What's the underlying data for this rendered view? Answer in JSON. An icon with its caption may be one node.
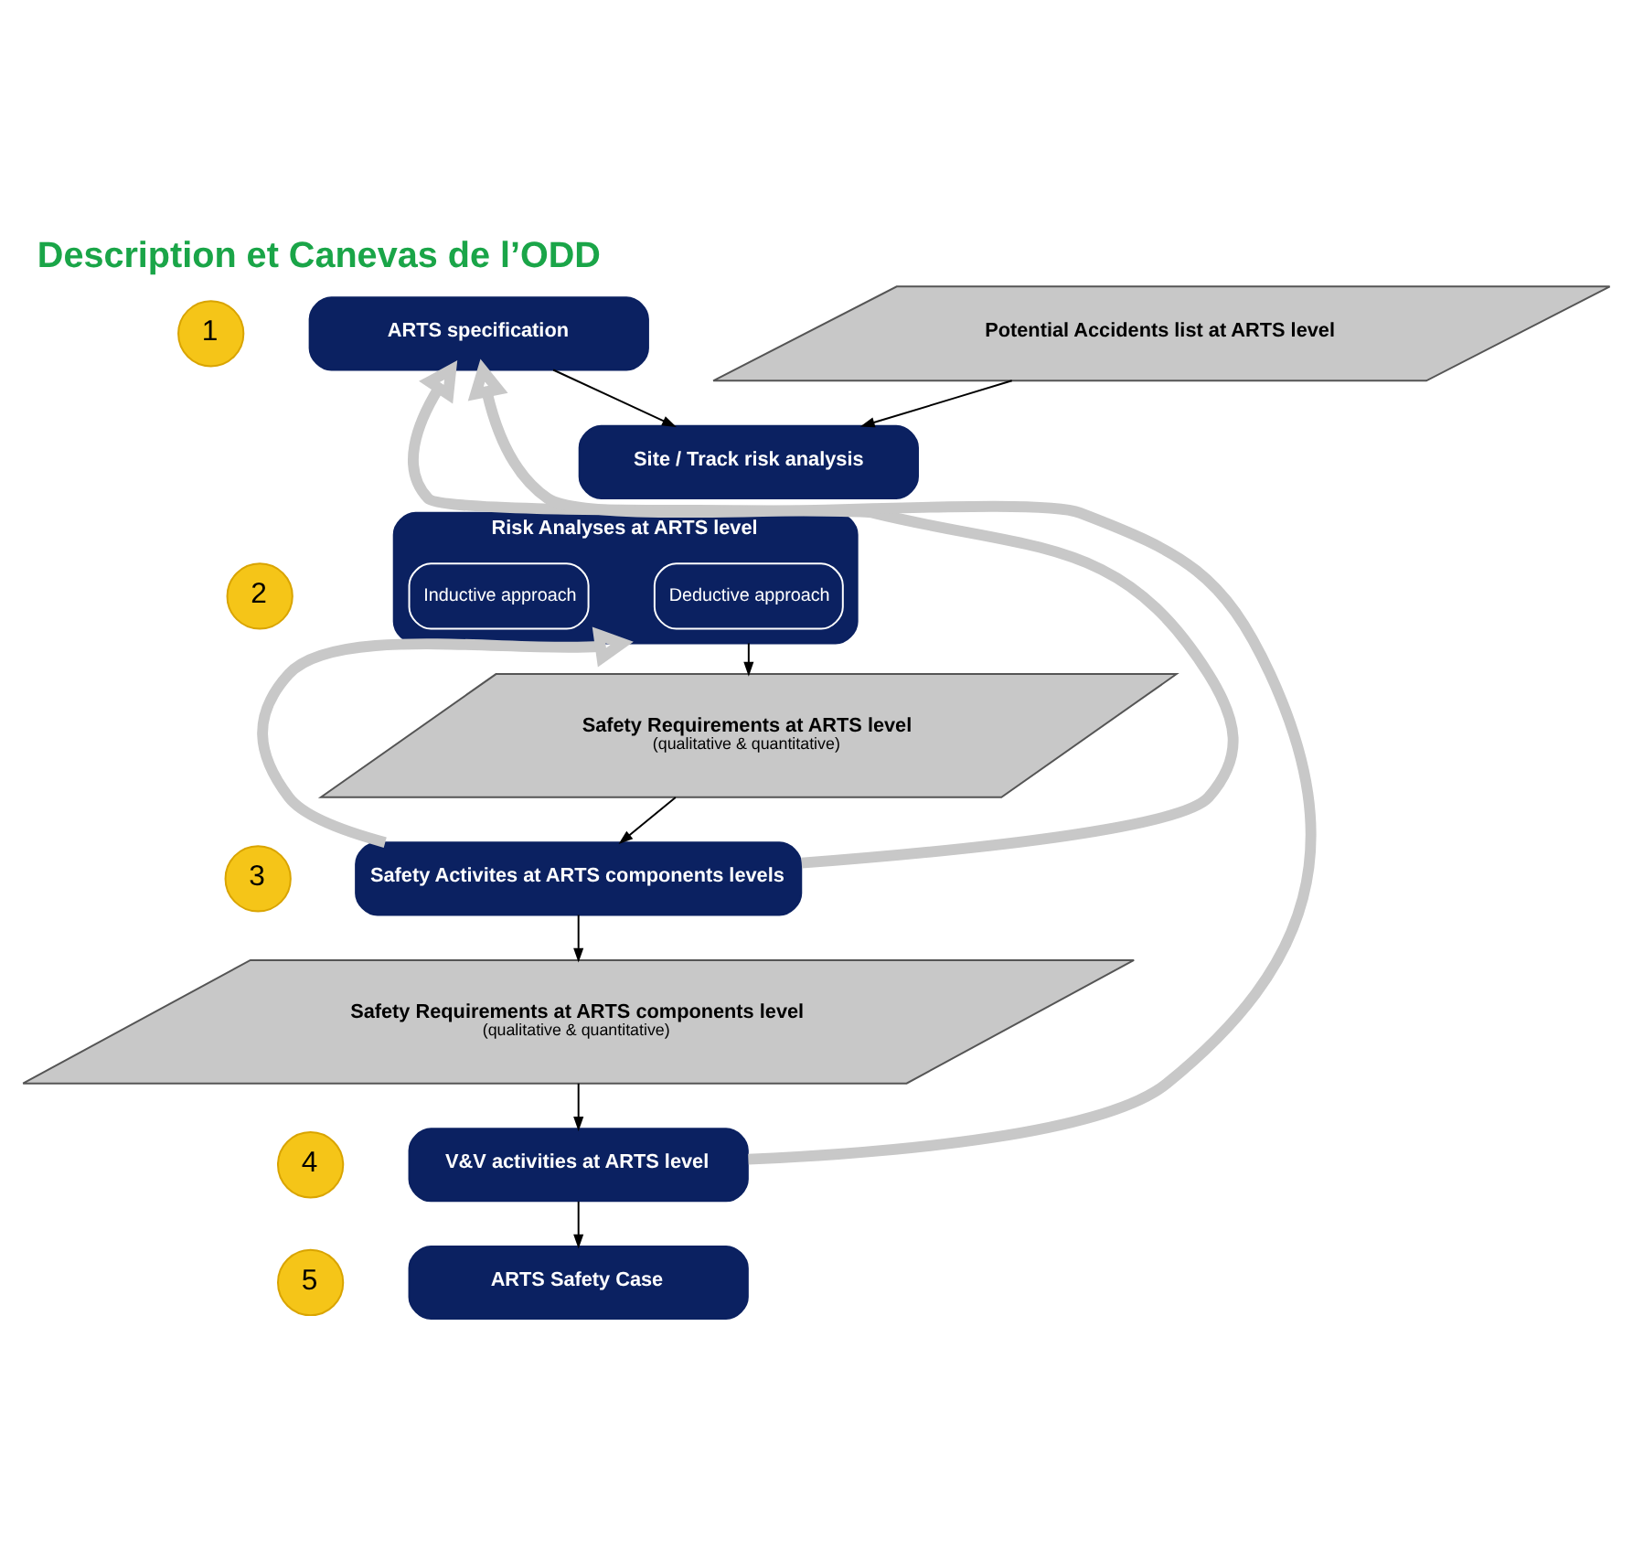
{
  "diagram": {
    "title": "Description et Canevas de l’ODD",
    "nodes": [
      {
        "text": [
          "1"
        ]
      },
      {
        "text": [
          "ARTS specification"
        ]
      },
      {
        "text": [
          "Potential Accidents list at ARTS level"
        ]
      },
      {
        "text": [
          "Site / Track risk analysis"
        ]
      },
      {
        "text": [
          "2"
        ]
      },
      {
        "text": [
          "Risk Analyses at ARTS level"
        ]
      },
      {
        "text": [
          "Deductive approach"
        ],
        "in": 5
      },
      {
        "text": [
          "Inductive approach"
        ],
        "in": 5
      },
      {
        "text": [
          "Safety Requirements at ARTS level",
          "(qualitative & quantitative)"
        ]
      },
      {
        "text": [
          "3"
        ]
      },
      {
        "text": [
          "Safety Activites at ARTS components levels"
        ]
      },
      {
        "text": [
          "Safety Requirements at ARTS components level",
          "(qualitative & quantitative)"
        ]
      },
      {
        "text": [
          "4"
        ]
      },
      {
        "text": [
          "V&V activities at ARTS level"
        ]
      },
      {
        "text": [
          "5"
        ]
      },
      {
        "text": [
          "ARTS Safety Case"
        ]
      }
    ],
    "edges": [
      {
        "from": 1,
        "to": 3,
        "arrow": "to"
      },
      {
        "from": 2,
        "to": 3,
        "arrow": "to"
      },
      {
        "from": 5,
        "to": 8,
        "arrow": "to"
      },
      {
        "from": 8,
        "to": 10,
        "arrow": "to"
      },
      {
        "from": 10,
        "to": 11,
        "arrow": "to"
      },
      {
        "from": 11,
        "to": 13,
        "arrow": "to"
      },
      {
        "from": 13,
        "to": 15,
        "arrow": "to"
      },
      {
        "from": 10,
        "to": 5,
        "arrow": "to",
        "style": "thick",
        "color": "#c8c8c8"
      },
      {
        "from": 10,
        "to": 1,
        "arrow": "to",
        "style": "thick",
        "color": "#c8c8c8"
      },
      {
        "from": 13,
        "to": 1,
        "arrow": "to",
        "style": "thick",
        "color": "#c8c8c8"
      }
    ]
  }
}
